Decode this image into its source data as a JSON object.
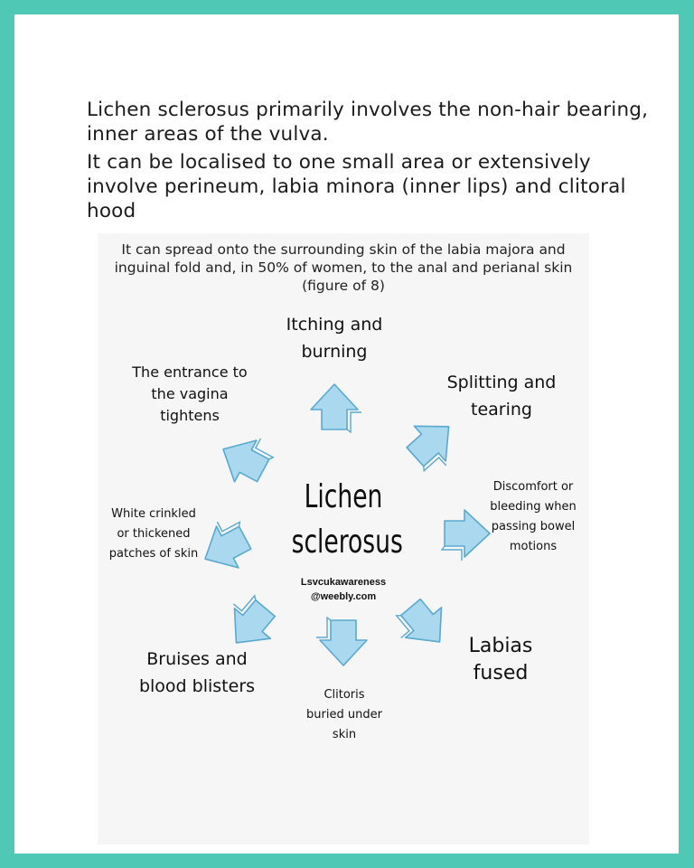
{
  "intro": {
    "line1": "Lichen sclerosus primarily involves the non-hair bearing, inner areas of the vulva.",
    "line2": "It can be localised to one small area or extensively involve perineum, labia minora (inner lips) and clitoral hood"
  },
  "diagram": {
    "spread_note": "It can spread onto the surrounding skin of the labia majora and inguinal fold and, in 50% of women, to the anal and perianal skin (figure of 8)",
    "center": {
      "title_line1": "Lichen",
      "title_line2": "sclerosus",
      "site_line1": "Lsvcukawareness",
      "site_line2": "@weebly.com"
    },
    "symptoms": {
      "itching": "Itching and burning",
      "splitting": "Splitting and tearing",
      "entrance": "The entrance to the vagina tightens",
      "discomfort": "Discomfort or bleeding when passing bowel motions",
      "white_patches": "White crinkled or thickened patches of skin",
      "bruises": "Bruises and blood blisters",
      "clitoris": "Clitoris buried under skin",
      "labias": "Labias fused"
    }
  },
  "colors": {
    "frame": "#4fc8b6",
    "arrow_fill": "#a9d8ef",
    "arrow_stroke": "#5aa9cf"
  }
}
